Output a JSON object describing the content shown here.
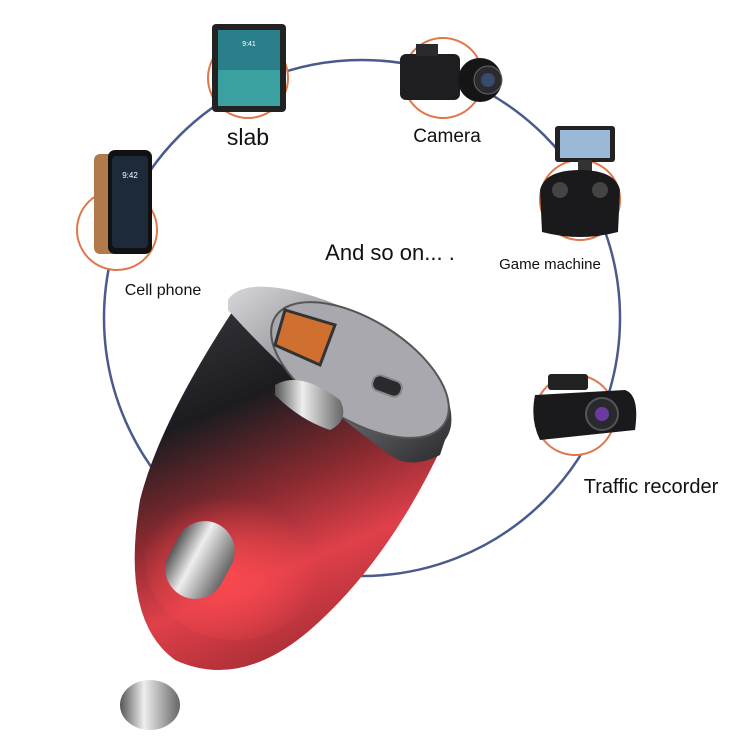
{
  "labels": {
    "tablet": "slab",
    "camera": "Camera",
    "phone": "Cell phone",
    "game": "Game machine",
    "recorder": "Traffic recorder",
    "center": "And so on... ."
  },
  "colors": {
    "ring": "#4a5a8c",
    "device_ring": "#e0764a",
    "charger_red": "#d8303a",
    "charger_dark": "#1a1a1e"
  },
  "devices": {
    "tablet_time": "9:41",
    "phone_time": "9:42"
  }
}
